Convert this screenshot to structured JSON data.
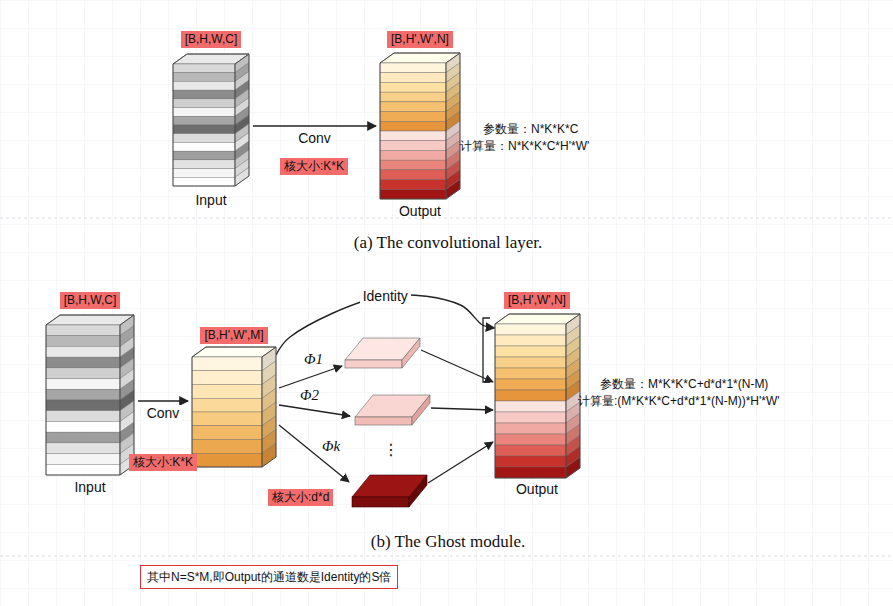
{
  "diagram": {
    "nodes": [
      {
        "text": [
          "[B,H,W,C]",
          "Input"
        ]
      },
      {
        "text": [
          "[B,H',W',N]",
          "Output"
        ]
      },
      {
        "text": [
          "[B,H,W,C]",
          "Input"
        ]
      },
      {
        "text": [
          "[B,H',W',M]"
        ]
      },
      {
        "text": [
          "[B,H',W',N]",
          "Output"
        ]
      }
    ],
    "edges": [
      {
        "from": 0,
        "to": 1,
        "label": "Conv",
        "arrow": "to"
      },
      {
        "from": 2,
        "to": 3,
        "label": "Conv",
        "arrow": "to"
      },
      {
        "from": 3,
        "to": 4,
        "label": "Identity",
        "arrow": "to"
      }
    ],
    "labels": [
      "核大小:K*K",
      "参数量：N*K*K*C",
      "计算量：N*K*K*C*H'*W'",
      "(a) The convolutional layer.",
      "Φ1",
      "Φ2",
      "⋮",
      "Φk",
      "核大小:K*K",
      "核大小:d*d",
      "参数量：M*K*K*C+d*d*1*(N-M)",
      "计算量:(M*K*K*C+d*d*1*(N-M))*H'*W'",
      "(b) The Ghost module.",
      "其中N=S*M,即Output的通道数是Identity的S倍"
    ]
  }
}
